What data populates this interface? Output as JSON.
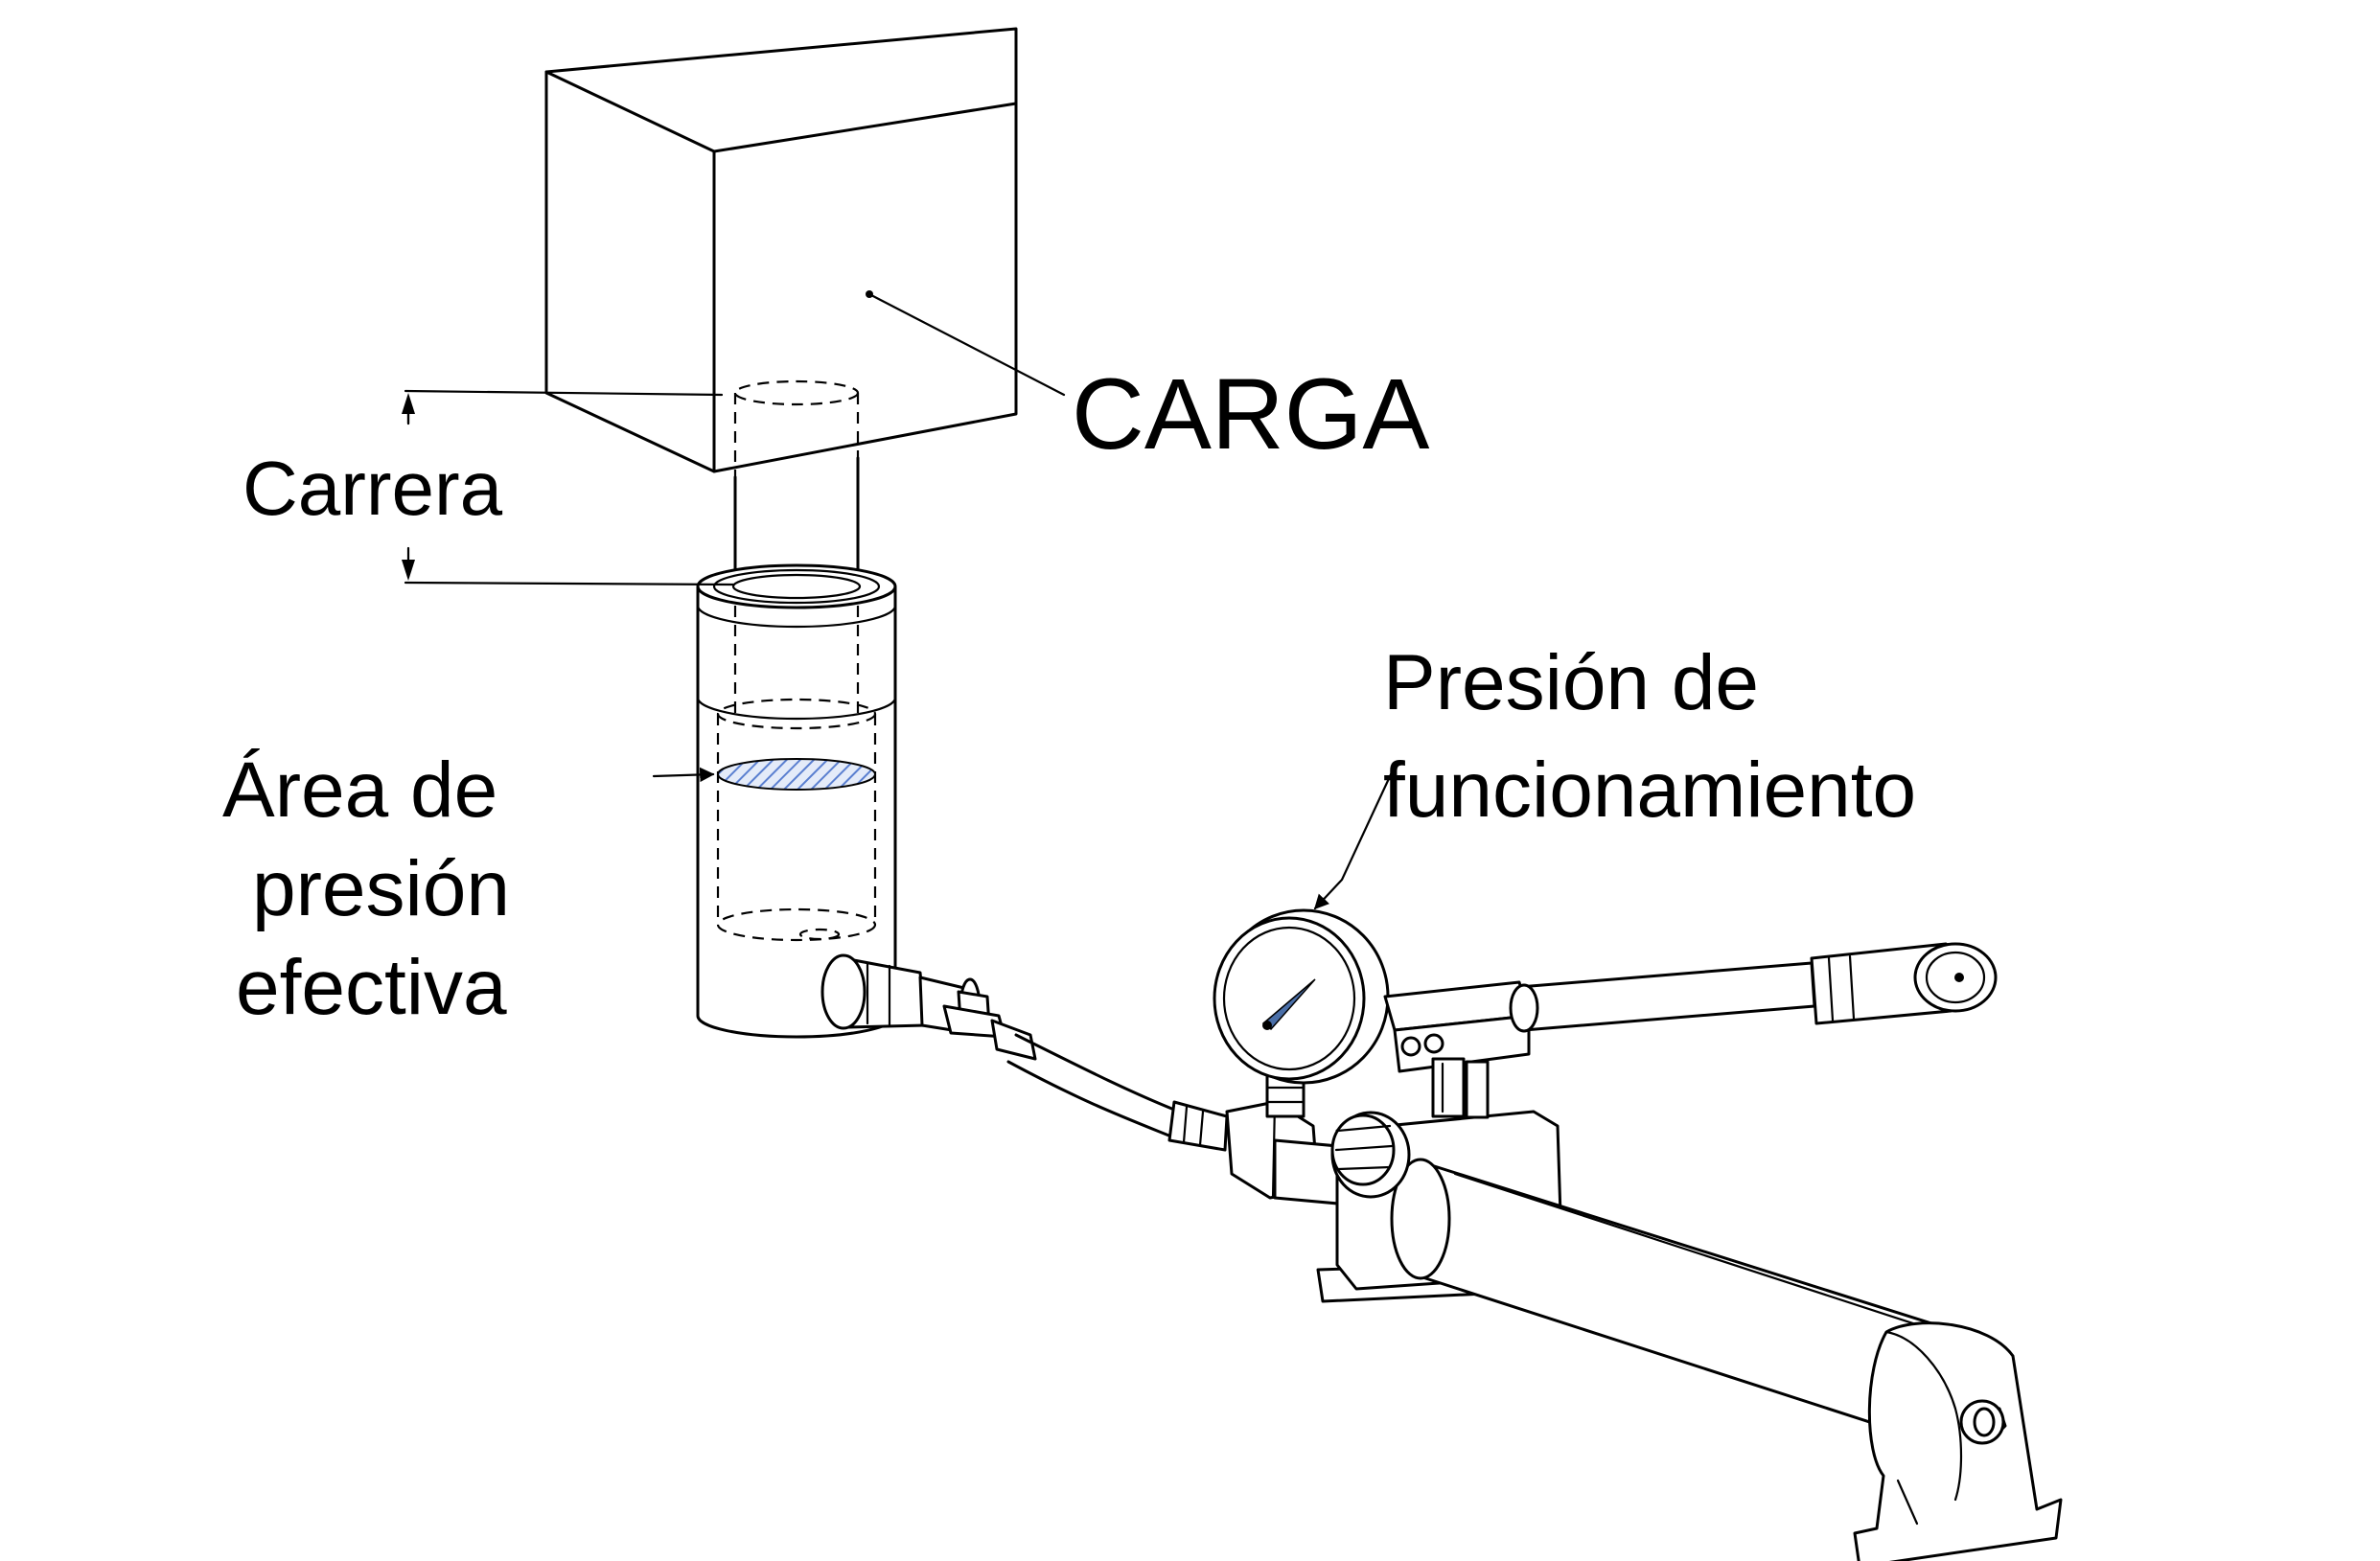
{
  "labels": {
    "load": "CARGA",
    "stroke": "Carrera",
    "effective_area": [
      "Área de",
      "presión",
      "efectiva"
    ],
    "working_pressure": [
      "Presión de",
      "funcionamiento"
    ]
  },
  "colors": {
    "line": "#000000",
    "pressure_area_hatch": "#5a7fd0",
    "gauge_needle": "#4a6fa8",
    "background": "#ffffff"
  }
}
